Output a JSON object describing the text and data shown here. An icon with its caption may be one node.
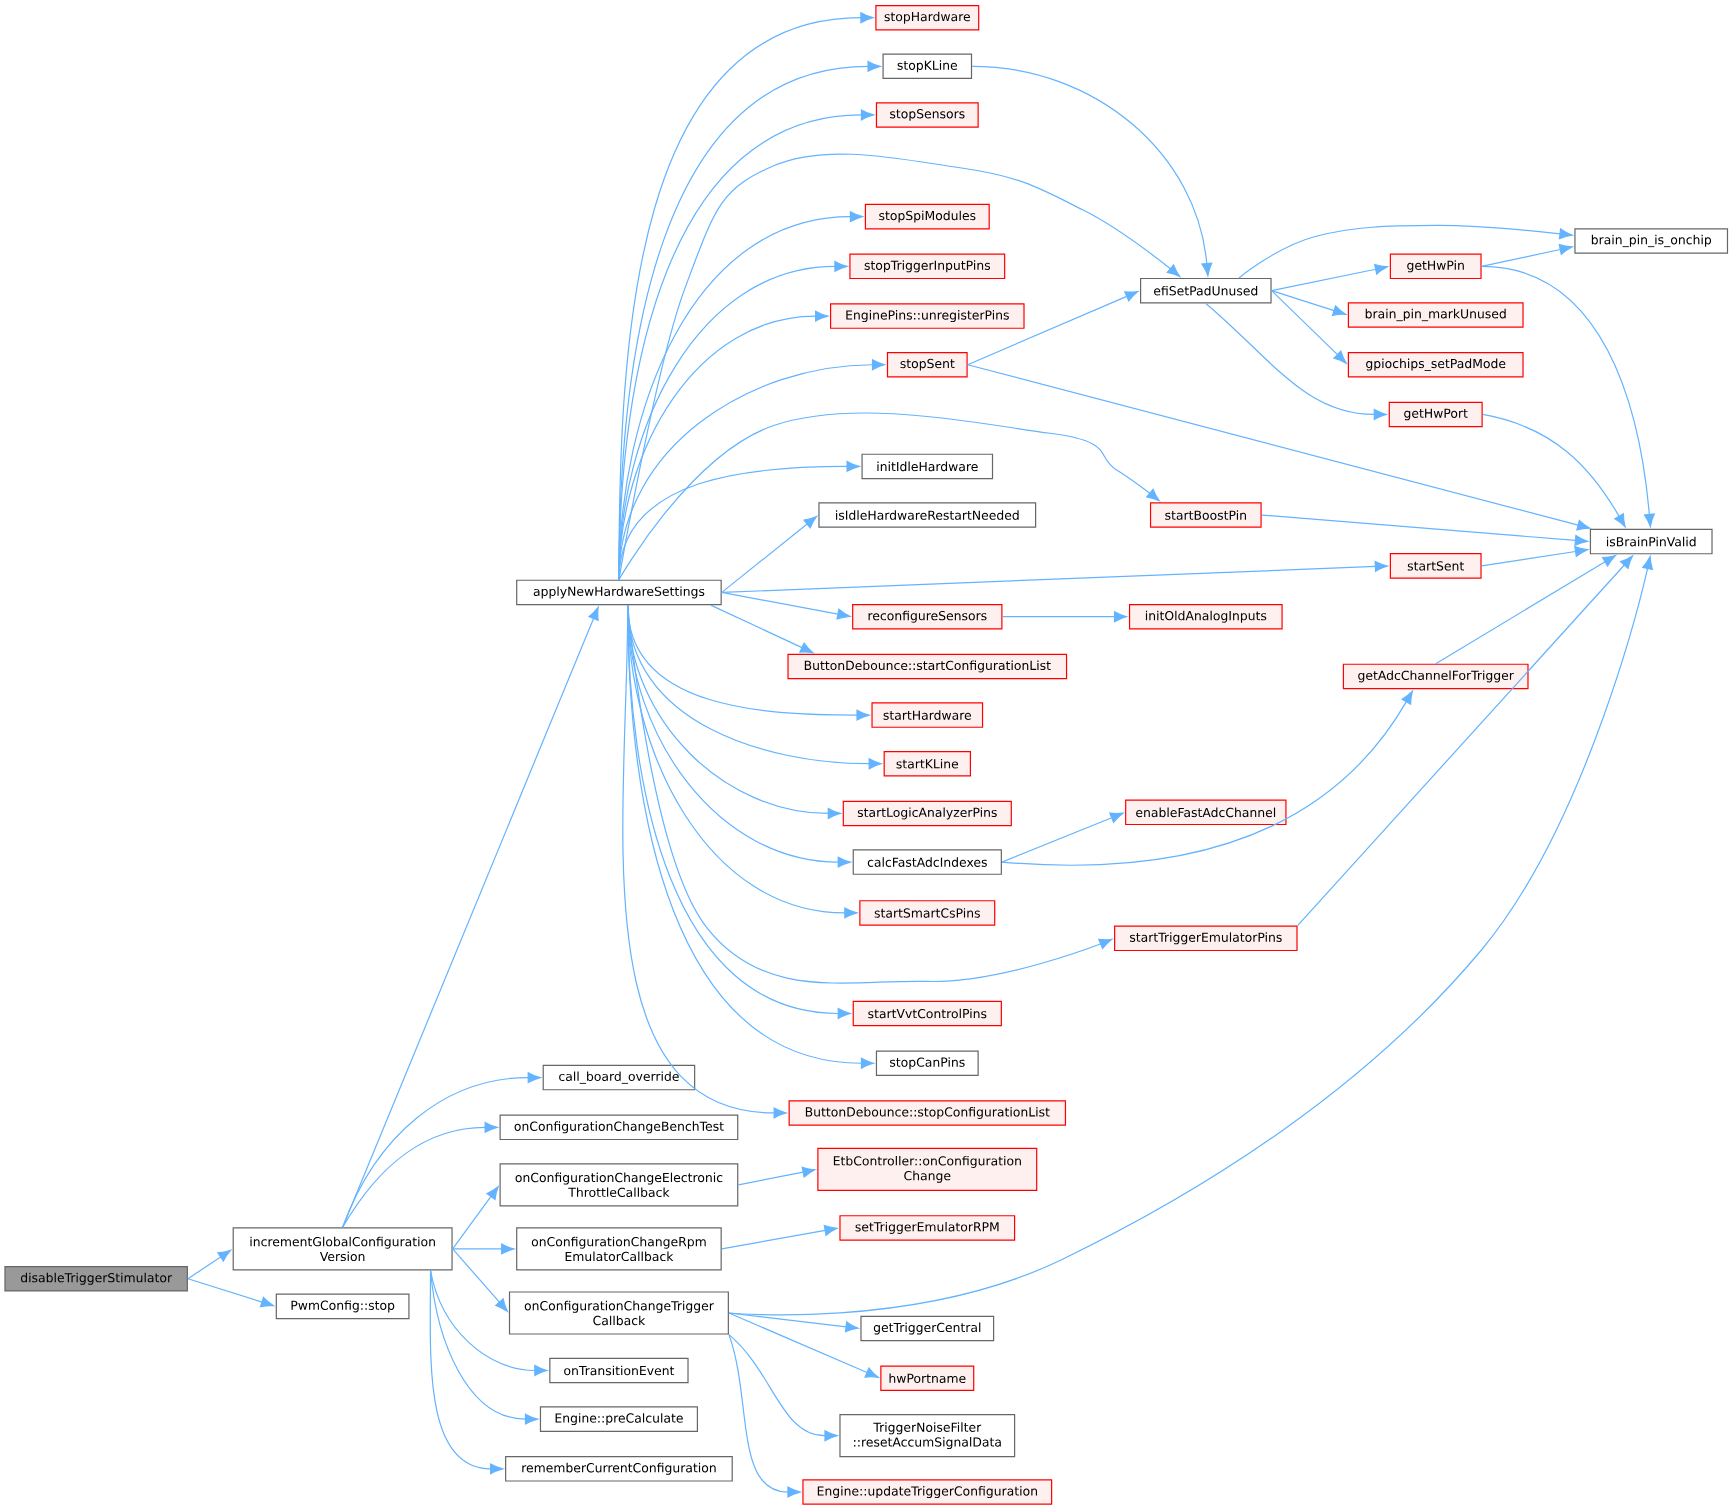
{
  "diagram": {
    "nodes": [
      {
        "text": [
          "disableTriggerStimulator"
        ]
      },
      {
        "text": [
          "incrementGlobalConfiguration Version"
        ]
      },
      {
        "text": [
          "PwmConfig::stop"
        ]
      },
      {
        "text": [
          "applyNewHardwareSettings"
        ]
      },
      {
        "text": [
          "stopHardware"
        ]
      },
      {
        "text": [
          "stopKLine"
        ]
      },
      {
        "text": [
          "stopSensors"
        ]
      },
      {
        "text": [
          "stopSpiModules"
        ]
      },
      {
        "text": [
          "stopTriggerInputPins"
        ]
      },
      {
        "text": [
          "EnginePins::unregisterPins"
        ]
      },
      {
        "text": [
          "stopSent"
        ]
      },
      {
        "text": [
          "initIdleHardware"
        ]
      },
      {
        "text": [
          "isIdleHardwareRestartNeeded"
        ]
      },
      {
        "text": [
          "reconfigureSensors"
        ]
      },
      {
        "text": [
          "ButtonDebounce::startConfigurationList"
        ]
      },
      {
        "text": [
          "startHardware"
        ]
      },
      {
        "text": [
          "startKLine"
        ]
      },
      {
        "text": [
          "startLogicAnalyzerPins"
        ]
      },
      {
        "text": [
          "calcFastAdcIndexes"
        ]
      },
      {
        "text": [
          "startSmartCsPins"
        ]
      },
      {
        "text": [
          "startVvtControlPins"
        ]
      },
      {
        "text": [
          "stopCanPins"
        ]
      },
      {
        "text": [
          "ButtonDebounce::stopConfigurationList"
        ]
      },
      {
        "text": [
          "efiSetPadUnused"
        ]
      },
      {
        "text": [
          "startBoostPin"
        ]
      },
      {
        "text": [
          "startSent"
        ]
      },
      {
        "text": [
          "initOldAnalogInputs"
        ]
      },
      {
        "text": [
          "enableFastAdcChannel"
        ]
      },
      {
        "text": [
          "startTriggerEmulatorPins"
        ]
      },
      {
        "text": [
          "getAdcChannelForTrigger"
        ]
      },
      {
        "text": [
          "getHwPin"
        ]
      },
      {
        "text": [
          "brain_pin_markUnused"
        ]
      },
      {
        "text": [
          "gpiochips_setPadMode"
        ]
      },
      {
        "text": [
          "getHwPort"
        ]
      },
      {
        "text": [
          "brain_pin_is_onchip"
        ]
      },
      {
        "text": [
          "isBrainPinValid"
        ]
      },
      {
        "text": [
          "call_board_override"
        ]
      },
      {
        "text": [
          "onConfigurationChangeBenchTest"
        ]
      },
      {
        "text": [
          "onConfigurationChangeElectronic ThrottleCallback"
        ]
      },
      {
        "text": [
          "onConfigurationChangeRpm EmulatorCallback"
        ]
      },
      {
        "text": [
          "onConfigurationChangeTrigger Callback"
        ]
      },
      {
        "text": [
          "onTransitionEvent"
        ]
      },
      {
        "text": [
          "Engine::preCalculate"
        ]
      },
      {
        "text": [
          "rememberCurrentConfiguration"
        ]
      },
      {
        "text": [
          "EtbController::onConfiguration Change"
        ]
      },
      {
        "text": [
          "setTriggerEmulatorRPM"
        ]
      },
      {
        "text": [
          "getTriggerCentral"
        ]
      },
      {
        "text": [
          "hwPortname"
        ]
      },
      {
        "text": [
          "TriggerNoiseFilter ::resetAccumSignalData"
        ]
      },
      {
        "text": [
          "Engine::updateTriggerConfiguration"
        ]
      }
    ],
    "edges": [
      {
        "from": 0,
        "to": 1,
        "arrow": "to"
      },
      {
        "from": 0,
        "to": 2,
        "arrow": "to"
      },
      {
        "from": 1,
        "to": 3,
        "arrow": "to"
      },
      {
        "from": 1,
        "to": 36,
        "arrow": "to"
      },
      {
        "from": 1,
        "to": 37,
        "arrow": "to"
      },
      {
        "from": 1,
        "to": 38,
        "arrow": "to"
      },
      {
        "from": 1,
        "to": 39,
        "arrow": "to"
      },
      {
        "from": 1,
        "to": 40,
        "arrow": "to"
      },
      {
        "from": 1,
        "to": 41,
        "arrow": "to"
      },
      {
        "from": 1,
        "to": 42,
        "arrow": "to"
      },
      {
        "from": 1,
        "to": 43,
        "arrow": "to"
      },
      {
        "from": 3,
        "to": 4,
        "arrow": "to"
      },
      {
        "from": 3,
        "to": 5,
        "arrow": "to"
      },
      {
        "from": 3,
        "to": 6,
        "arrow": "to"
      },
      {
        "from": 3,
        "to": 23,
        "arrow": "to"
      },
      {
        "from": 3,
        "to": 7,
        "arrow": "to"
      },
      {
        "from": 3,
        "to": 8,
        "arrow": "to"
      },
      {
        "from": 3,
        "to": 9,
        "arrow": "to"
      },
      {
        "from": 3,
        "to": 10,
        "arrow": "to"
      },
      {
        "from": 3,
        "to": 24,
        "arrow": "to"
      },
      {
        "from": 3,
        "to": 11,
        "arrow": "to"
      },
      {
        "from": 3,
        "to": 12,
        "arrow": "to"
      },
      {
        "from": 3,
        "to": 25,
        "arrow": "to"
      },
      {
        "from": 3,
        "to": 13,
        "arrow": "to"
      },
      {
        "from": 3,
        "to": 14,
        "arrow": "to"
      },
      {
        "from": 3,
        "to": 15,
        "arrow": "to"
      },
      {
        "from": 3,
        "to": 16,
        "arrow": "to"
      },
      {
        "from": 3,
        "to": 17,
        "arrow": "to"
      },
      {
        "from": 3,
        "to": 18,
        "arrow": "to"
      },
      {
        "from": 3,
        "to": 19,
        "arrow": "to"
      },
      {
        "from": 3,
        "to": 28,
        "arrow": "to"
      },
      {
        "from": 3,
        "to": 20,
        "arrow": "to"
      },
      {
        "from": 3,
        "to": 21,
        "arrow": "to"
      },
      {
        "from": 3,
        "to": 22,
        "arrow": "to"
      },
      {
        "from": 5,
        "to": 23,
        "arrow": "to"
      },
      {
        "from": 10,
        "to": 23,
        "arrow": "to"
      },
      {
        "from": 10,
        "to": 35,
        "arrow": "to"
      },
      {
        "from": 23,
        "to": 34,
        "arrow": "to"
      },
      {
        "from": 23,
        "to": 30,
        "arrow": "to"
      },
      {
        "from": 23,
        "to": 31,
        "arrow": "to"
      },
      {
        "from": 23,
        "to": 32,
        "arrow": "to"
      },
      {
        "from": 23,
        "to": 33,
        "arrow": "to"
      },
      {
        "from": 30,
        "to": 34,
        "arrow": "to"
      },
      {
        "from": 30,
        "to": 35,
        "arrow": "to"
      },
      {
        "from": 33,
        "to": 35,
        "arrow": "to"
      },
      {
        "from": 24,
        "to": 35,
        "arrow": "to"
      },
      {
        "from": 25,
        "to": 35,
        "arrow": "to"
      },
      {
        "from": 13,
        "to": 26,
        "arrow": "to"
      },
      {
        "from": 18,
        "to": 27,
        "arrow": "to"
      },
      {
        "from": 18,
        "to": 29,
        "arrow": "to"
      },
      {
        "from": 29,
        "to": 35,
        "arrow": "to"
      },
      {
        "from": 28,
        "to": 35,
        "arrow": "to"
      },
      {
        "from": 38,
        "to": 44,
        "arrow": "to"
      },
      {
        "from": 39,
        "to": 45,
        "arrow": "to"
      },
      {
        "from": 40,
        "to": 35,
        "arrow": "to"
      },
      {
        "from": 40,
        "to": 46,
        "arrow": "to"
      },
      {
        "from": 40,
        "to": 47,
        "arrow": "to"
      },
      {
        "from": 40,
        "to": 48,
        "arrow": "to"
      },
      {
        "from": 40,
        "to": 49,
        "arrow": "to"
      }
    ]
  }
}
